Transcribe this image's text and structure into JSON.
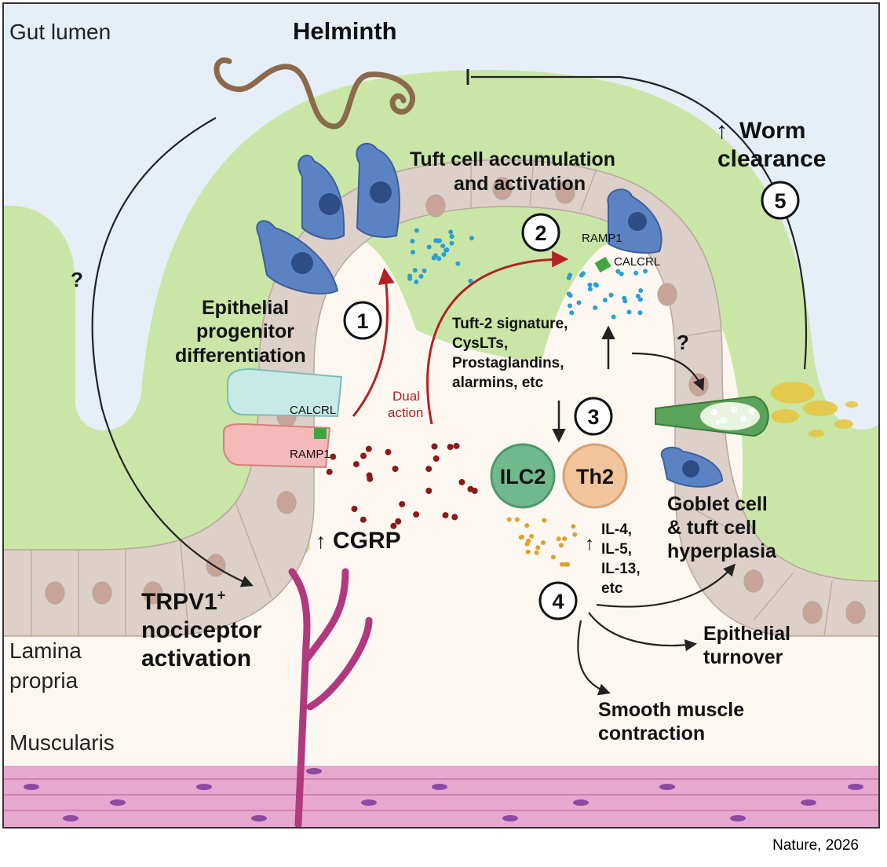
{
  "regions": {
    "gut_lumen": "Gut lumen",
    "lamina_propria_1": "Lamina",
    "lamina_propria_2": "propria",
    "muscularis": "Muscularis"
  },
  "helminth": "Helminth",
  "worm_clearance": {
    "line1": "Worm",
    "line2": "clearance",
    "arrow": "↑"
  },
  "question_marks": {
    "left": "?",
    "right": "?"
  },
  "steps": {
    "s1": "1",
    "s2": "2",
    "s3": "3",
    "s4": "4",
    "s5": "5"
  },
  "tuft_accumulation": {
    "line1": "Tuft cell accumulation",
    "line2": "and activation"
  },
  "epithelial_progenitor": {
    "line1": "Epithelial",
    "line2": "progenitor",
    "line3": "differentiation"
  },
  "receptors": {
    "calcrl_left": "CALCRL",
    "ramp1_left": "RAMP1",
    "ramp1_right": "RAMP1",
    "calcrl_right": "CALCRL"
  },
  "dual_action": {
    "line1": "Dual",
    "line2": "action"
  },
  "tuft2_list": [
    "Tuft-2 signature,",
    "CysLTs,",
    "Prostaglandins,",
    "alarmins, etc"
  ],
  "cells": {
    "ilc2": "ILC2",
    "th2": "Th2"
  },
  "cgrp": {
    "arrow": "↑",
    "label": "CGRP"
  },
  "cytokines": [
    "IL-4,",
    "IL-5,",
    "IL-13,",
    "etc"
  ],
  "cytokine_arrow": "↑",
  "goblet": {
    "line1": "Goblet cell",
    "line2": "& tuft cell",
    "line3": "hyperplasia"
  },
  "trpv1": {
    "line1": "TRPV1",
    "sup": "+",
    "line2": "nociceptor",
    "line3": "activation"
  },
  "epithelial_turnover": {
    "line1": "Epithelial",
    "line2": "turnover"
  },
  "smooth_muscle": {
    "line1": "Smooth muscle",
    "line2": "contraction"
  },
  "credit": "Nature, 2026",
  "colors": {
    "lumen": "#e6eef8",
    "villus": "#c9e6a6",
    "epithelium": "#dcd0c8",
    "nucleus": "#c7a497",
    "lamina": "#fdf7f1",
    "tuft_cell": "#5b83c4",
    "red_arrow": "#b22222",
    "cgrp_dots": "#8b1a1a",
    "blue_dots": "#2a9fd6",
    "orange_dots": "#e0a030",
    "nerve": "#b0397f",
    "muscle": "#e7a8cf",
    "ilc2": "#6fb98c",
    "th2": "#f2c49b"
  }
}
